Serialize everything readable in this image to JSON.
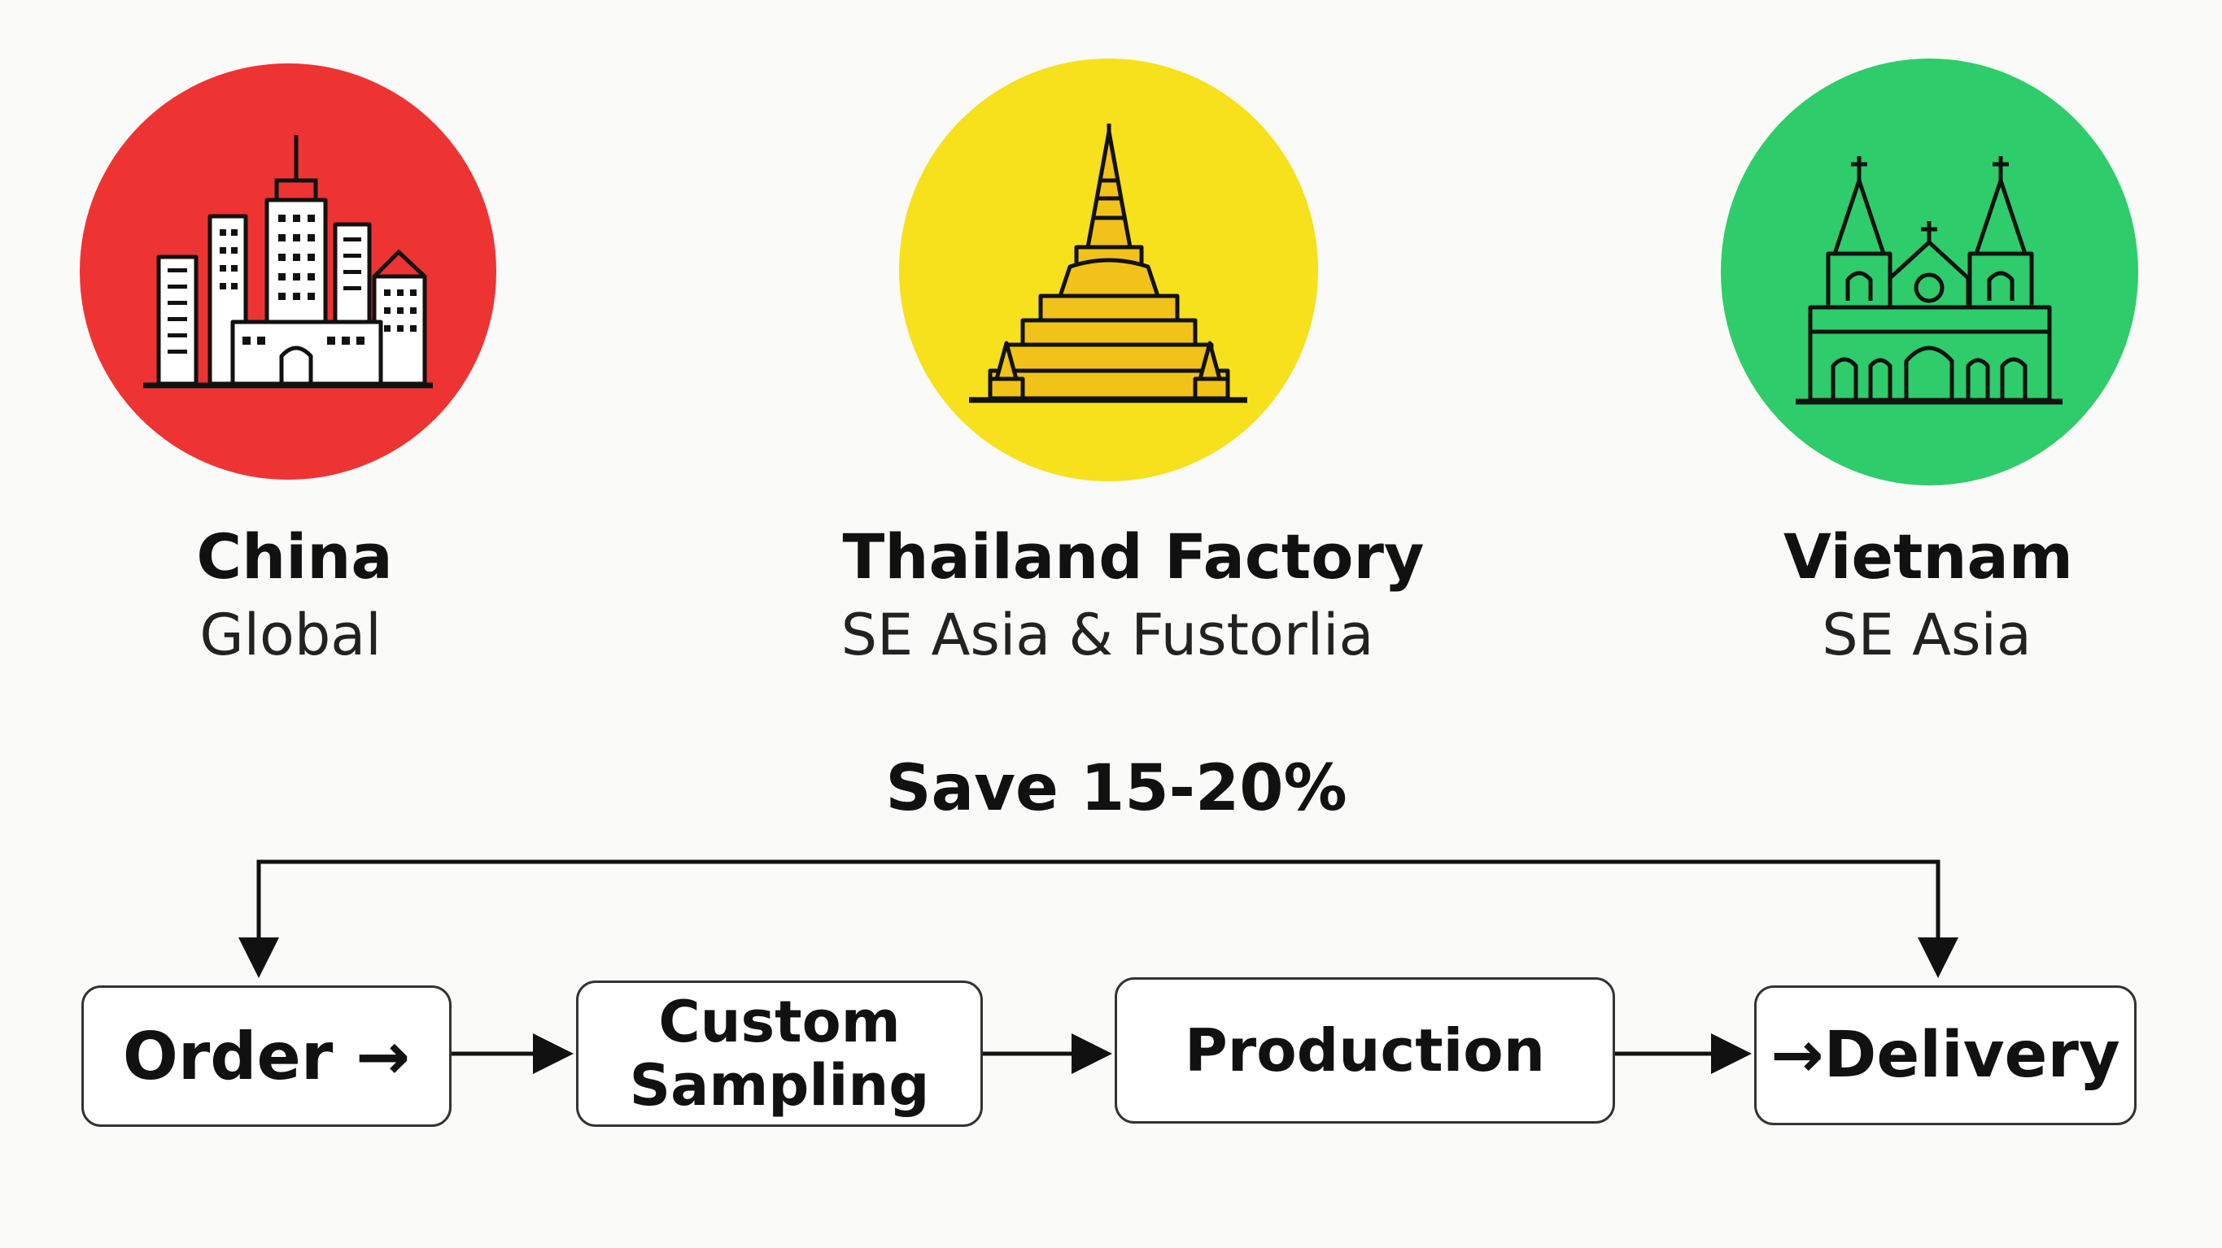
{
  "locations": [
    {
      "name": "China",
      "subtitle": "Global",
      "color": "#ee3333",
      "icon": "skyscrapers-icon"
    },
    {
      "name": "Thailand Factory",
      "subtitle": "SE Asia & Fustorlia",
      "color": "#f7e01c",
      "icon": "pagoda-icon"
    },
    {
      "name": "Vietnam",
      "subtitle": "SE Asia",
      "color": "#2ecc6a",
      "icon": "cathedral-icon"
    }
  ],
  "savings_label": "Save 15-20%",
  "flow": {
    "steps": [
      {
        "line1": "Order →",
        "line2": ""
      },
      {
        "line1": "Custom",
        "line2": "Sampling"
      },
      {
        "line1": "Production",
        "line2": ""
      },
      {
        "line1": "→Delivery",
        "line2": ""
      }
    ]
  }
}
